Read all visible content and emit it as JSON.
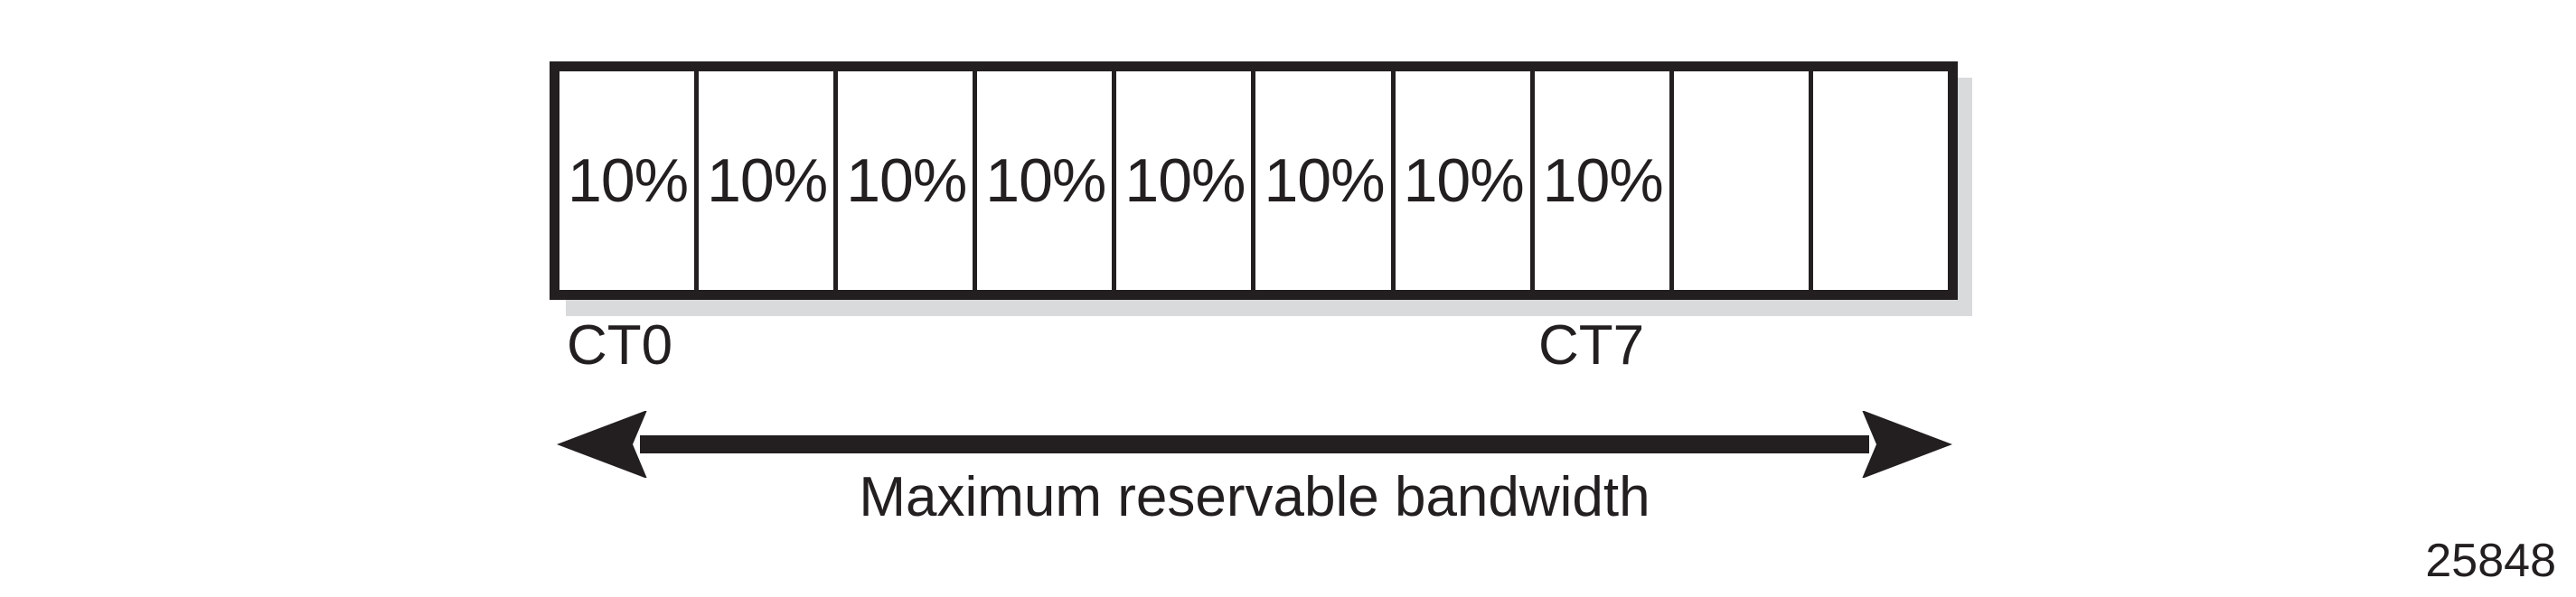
{
  "figure": {
    "number": "25848",
    "ink_color": "#231f20",
    "shadow_color": "#d9dadb",
    "background_color": "#ffffff"
  },
  "diagram": {
    "type": "bandwidth-constraint-bar",
    "total_cells": 10,
    "filled_cells": 8,
    "empty_cells": 2,
    "cells": [
      {
        "index": 0,
        "label": "10%",
        "filled": true
      },
      {
        "index": 1,
        "label": "10%",
        "filled": true
      },
      {
        "index": 2,
        "label": "10%",
        "filled": true
      },
      {
        "index": 3,
        "label": "10%",
        "filled": true
      },
      {
        "index": 4,
        "label": "10%",
        "filled": true
      },
      {
        "index": 5,
        "label": "10%",
        "filled": true
      },
      {
        "index": 6,
        "label": "10%",
        "filled": true
      },
      {
        "index": 7,
        "label": "10%",
        "filled": true
      },
      {
        "index": 8,
        "label": "",
        "filled": false
      },
      {
        "index": 9,
        "label": "",
        "filled": false
      }
    ],
    "axis_labels": {
      "first": "CT0",
      "last": "CT7"
    },
    "span": {
      "caption": "Maximum reservable bandwidth",
      "arrow_style": "double-headed"
    }
  }
}
